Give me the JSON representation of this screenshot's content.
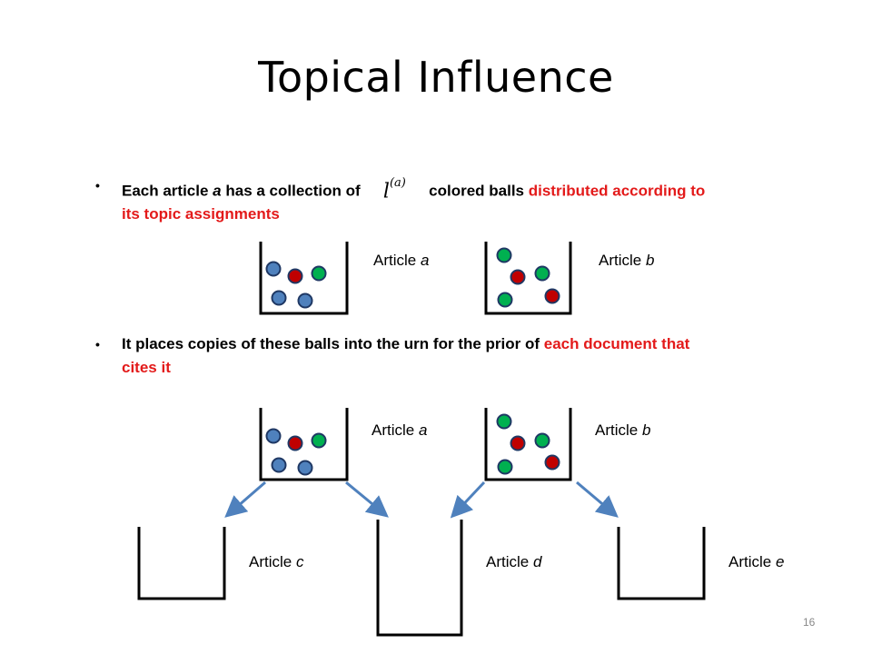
{
  "slide": {
    "title": "Topical Influence",
    "page_number": "16"
  },
  "bullets": [
    {
      "pre": "Each article ",
      "var": "a",
      "mid": " has a collection of ",
      "math_base": "l",
      "math_sup": "(a)",
      "post": " colored balls ",
      "highlight": "distributed according to its topic assignments"
    },
    {
      "pre": "It places copies of these balls into the urn for the prior of ",
      "highlight": "each document that cites it"
    }
  ],
  "labels": {
    "article_word": "Article",
    "a": "a",
    "b": "b",
    "c": "c",
    "d": "d",
    "e": "e"
  },
  "colors": {
    "blue_ball": "#4f81bd",
    "red_ball": "#c00000",
    "green_ball": "#00b050",
    "arrow": "#4f81bd",
    "highlight_text": "#e31a1a"
  },
  "diagram": {
    "urns": [
      {
        "article": "a",
        "balls": [
          "blue",
          "red",
          "green",
          "blue",
          "blue"
        ]
      },
      {
        "article": "b",
        "balls": [
          "green",
          "red",
          "green",
          "green",
          "red"
        ]
      },
      {
        "article": "a",
        "balls": [
          "blue",
          "red",
          "green",
          "blue",
          "blue"
        ]
      },
      {
        "article": "b",
        "balls": [
          "green",
          "red",
          "green",
          "green",
          "red"
        ]
      },
      {
        "article": "c",
        "balls": []
      },
      {
        "article": "d",
        "balls": []
      },
      {
        "article": "e",
        "balls": []
      }
    ],
    "arrows": [
      {
        "from": "a",
        "to": "c"
      },
      {
        "from": "a",
        "to": "d"
      },
      {
        "from": "b",
        "to": "d"
      },
      {
        "from": "b",
        "to": "e"
      }
    ]
  }
}
